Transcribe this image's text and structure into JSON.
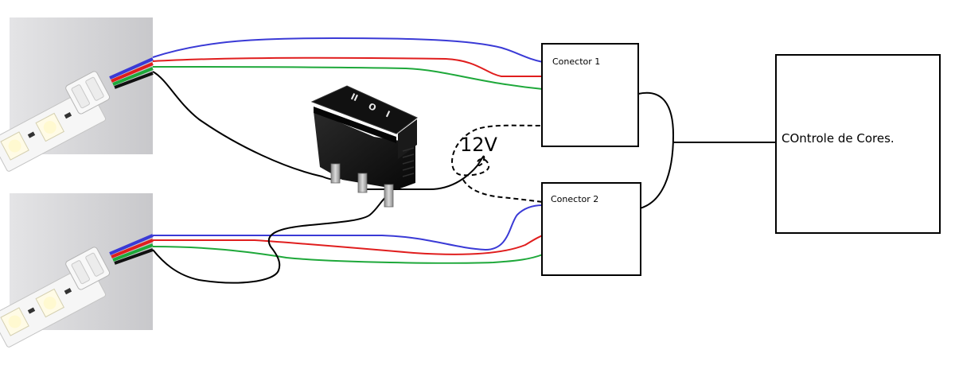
{
  "connectors": [
    {
      "label": "Conector 1"
    },
    {
      "label": "Conector 2"
    }
  ],
  "controller": {
    "label": "COntrole de Cores."
  },
  "voltage": {
    "label": "12V"
  },
  "colors": {
    "wire_blue": "#3a3ad6",
    "wire_red": "#e01e1e",
    "wire_green": "#1ea83a",
    "wire_black": "#000000",
    "switch_body": "#1a1a1a",
    "terminal": "#b9b9b9",
    "strip_background": "#dcdcde",
    "led_connector": "#f4f4f4"
  },
  "switch": {
    "symbols": [
      "II",
      "O",
      "I"
    ]
  }
}
